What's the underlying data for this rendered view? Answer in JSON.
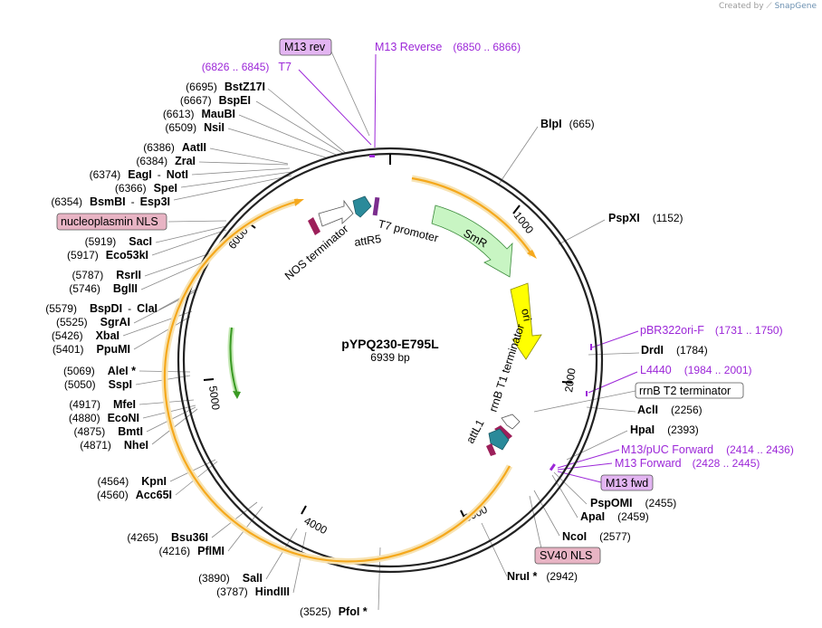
{
  "credit": {
    "prefix": "Created by",
    "brand": "SnapGene"
  },
  "plasmid": {
    "name": "pYPQ230-E795L",
    "size": "6939 bp"
  },
  "ruler": [
    "1000",
    "2000",
    "3000",
    "4000",
    "5000",
    "6000"
  ],
  "features": {
    "smr": "SmR",
    "ori": "ori",
    "t7_promoter": "T7 promoter",
    "attr5": "attR5",
    "nos_terminator": "NOS terminator",
    "rrnb_t1": "rrnB T1 terminator",
    "attl1": "attL1"
  },
  "right_sites": [
    {
      "name": "BlpI",
      "pos": "(665)"
    },
    {
      "name": "PspXI",
      "pos": "(1152)"
    },
    {
      "name": "DrdI",
      "pos": "(1784)"
    },
    {
      "name": "AclI",
      "pos": "(2256)"
    },
    {
      "name": "HpaI",
      "pos": "(2393)"
    },
    {
      "name": "PspOMI",
      "pos": "(2455)"
    },
    {
      "name": "ApaI",
      "pos": "(2459)"
    },
    {
      "name": "NcoI",
      "pos": "(2577)"
    },
    {
      "name": "NruI *",
      "pos": "(2942)"
    },
    {
      "name": "PfoI *",
      "pos": "(3525)"
    }
  ],
  "left_sites": [
    {
      "name": "BstZ17I",
      "pos": "(6695)"
    },
    {
      "name": "BspEI",
      "pos": "(6667)"
    },
    {
      "name": "MauBI",
      "pos": "(6613)"
    },
    {
      "name": "NsiI",
      "pos": "(6509)"
    },
    {
      "name": "AatII",
      "pos": "(6386)"
    },
    {
      "name": "ZraI",
      "pos": "(6384)"
    },
    {
      "name": "EagI",
      "name2": "NotI",
      "pos": "(6374)"
    },
    {
      "name": "SpeI",
      "pos": "(6366)"
    },
    {
      "name": "BsmBI",
      "name2": "Esp3I",
      "pos": "(6354)"
    },
    {
      "name": "SacI",
      "pos": "(5919)"
    },
    {
      "name": "Eco53kI",
      "pos": "(5917)"
    },
    {
      "name": "RsrII",
      "pos": "(5787)"
    },
    {
      "name": "BglII",
      "pos": "(5746)"
    },
    {
      "name": "BspDI",
      "name2": "ClaI",
      "pos": "(5579)"
    },
    {
      "name": "SgrAI",
      "pos": "(5525)"
    },
    {
      "name": "XbaI",
      "pos": "(5426)"
    },
    {
      "name": "PpuMI",
      "pos": "(5401)"
    },
    {
      "name": "AleI *",
      "pos": "(5069)"
    },
    {
      "name": "SspI",
      "pos": "(5050)"
    },
    {
      "name": "MfeI",
      "pos": "(4917)"
    },
    {
      "name": "EcoNI",
      "pos": "(4880)"
    },
    {
      "name": "BmtI",
      "pos": "(4875)"
    },
    {
      "name": "NheI",
      "pos": "(4871)"
    },
    {
      "name": "KpnI",
      "pos": "(4564)"
    },
    {
      "name": "Acc65I",
      "pos": "(4560)"
    },
    {
      "name": "Bsu36I",
      "pos": "(4265)"
    },
    {
      "name": "PflMI",
      "pos": "(4216)"
    },
    {
      "name": "SalI",
      "pos": "(3890)"
    },
    {
      "name": "HindIII",
      "pos": "(3787)"
    }
  ],
  "primers": {
    "m13_reverse": {
      "name": "M13 Reverse",
      "pos": "(6850 .. 6866)"
    },
    "t7": {
      "name": "T7",
      "pos": "(6826 .. 6845)"
    },
    "pbr322ori_f": {
      "name": "pBR322ori-F",
      "pos": "(1731 .. 1750)"
    },
    "l4440": {
      "name": "L4440",
      "pos": "(1984 .. 2001)"
    },
    "m13_puc_fwd": {
      "name": "M13/pUC Forward",
      "pos": "(2414 .. 2436)"
    },
    "m13_forward": {
      "name": "M13 Forward",
      "pos": "(2428 .. 2445)"
    }
  },
  "boxed": {
    "m13_rev": "M13 rev",
    "nucleoplasmin_nls": "nucleoplasmin NLS",
    "rrnb_t2": "rrnB T2 terminator",
    "m13_fwd": "M13 fwd",
    "sv40_nls": "SV40 NLS"
  },
  "colors": {
    "backbone": "#222222",
    "arc_orange": "#f5a81c",
    "arc_glow": "#f7e3b3",
    "green_arc": "#3a9a24",
    "smr": "#c8f5c3",
    "ori": "#ffff00",
    "teal": "#2a8a9a",
    "magenta": "#9c1f5a",
    "primer": "#9c27d8",
    "nls_box": "#e8b4c4",
    "primer_box": "#e3b5f2"
  }
}
